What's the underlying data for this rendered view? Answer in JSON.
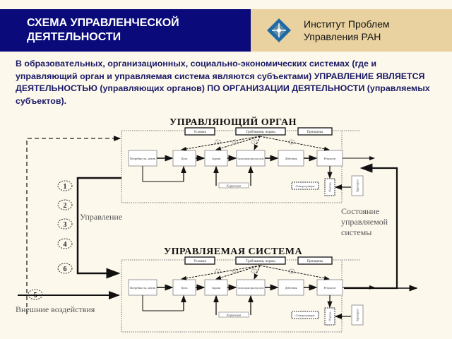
{
  "header": {
    "title_line1": "СХЕМА УПРАВЛЕНЧЕСКОЙ",
    "title_line2": "ДЕЯТЕЛЬНОСТИ",
    "org_line1": "Институт Проблем",
    "org_line2": "Управления РАН",
    "logo_icon": "institute-diamond-logo",
    "colors": {
      "left_bg": "#0a0a7a",
      "right_bg": "#e9d2a0",
      "logo": "#1f6aa5"
    }
  },
  "intro": {
    "text": "В образовательных, организационных, социально-экономических системах (где и управляющий орган и управляемая система являются субъектами) УПРАВЛЕНИЕ ЯВЛЯЕТСЯ ДЕЯТЕЛЬНОСТЬЮ (управляющих органов) ПО ОРГАНИЗАЦИИ ДЕЯТЕЛЬНОСТИ (управляемых субъектов)."
  },
  "diagram": {
    "top_block": {
      "title": "УПРАВЛЯЮЩИЙ ОРГАН",
      "top_boxes": [
        "Условия",
        "Требования, нормы",
        "Принципы"
      ],
      "steps": [
        "Потребность, мотив",
        "Цель",
        "Задачи",
        "Технология (содержание и формы, методы и средства)",
        "Действия",
        "Результат"
      ],
      "markers": [
        "3",
        "2",
        "1",
        "2"
      ],
      "correction": "Коррекция",
      "self_regulation": "Саморегуляция",
      "evaluation": "Оценка",
      "criteria": "Критерии"
    },
    "bottom_block": {
      "title": "УПРАВЛЯЕМАЯ СИСТЕМА",
      "top_boxes": [
        "Условия",
        "Требования, нормы",
        "Принципы"
      ],
      "steps": [
        "Потребность, мотив",
        "Цель",
        "Задачи",
        "Технология (содержание и формы, методы и средства)",
        "Действия",
        "Результат"
      ],
      "markers": [
        "3",
        "2",
        "1",
        "2"
      ],
      "correction": "Коррекция",
      "self_regulation": "Саморегуляция",
      "evaluation": "Оценка",
      "criteria": "Критерии"
    },
    "left_numbers": [
      "1",
      "2",
      "3",
      "4",
      "6"
    ],
    "external_number": "5",
    "label_management": "Управление",
    "label_external": "Внешние воздействия",
    "label_state": [
      "Состояние",
      "управляемой",
      "системы"
    ]
  }
}
